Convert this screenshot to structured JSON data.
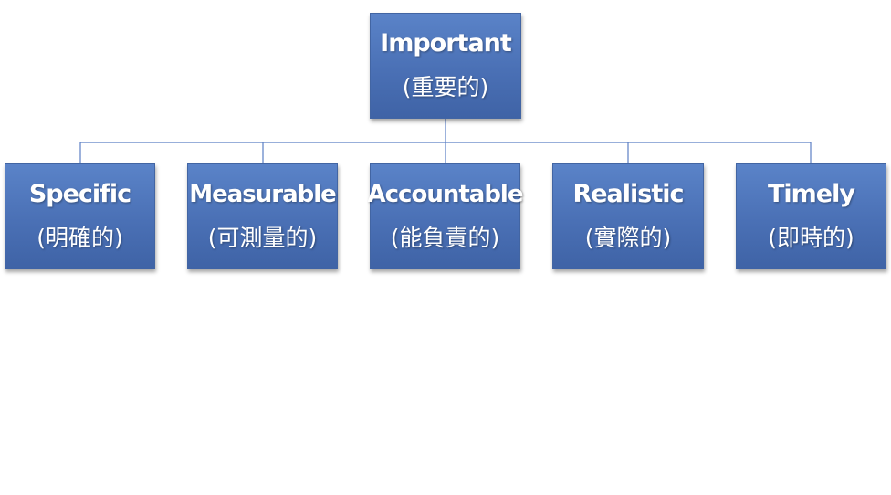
{
  "diagram": {
    "root": {
      "label_en": "Important",
      "label_zh": "(重要的)"
    },
    "children": [
      {
        "label_en": "Specific",
        "label_zh": "(明確的)"
      },
      {
        "label_en": "Measurable",
        "label_zh": "(可測量的)"
      },
      {
        "label_en": "Accountable",
        "label_zh": "(能負責的)"
      },
      {
        "label_en": "Realistic",
        "label_zh": "(實際的)"
      },
      {
        "label_en": "Timely",
        "label_zh": "(即時的)"
      }
    ],
    "colors": {
      "box_fill": "#4a70b5",
      "box_border": "#4265a3",
      "connector": "#5b7fc4",
      "text": "#ffffff"
    }
  }
}
